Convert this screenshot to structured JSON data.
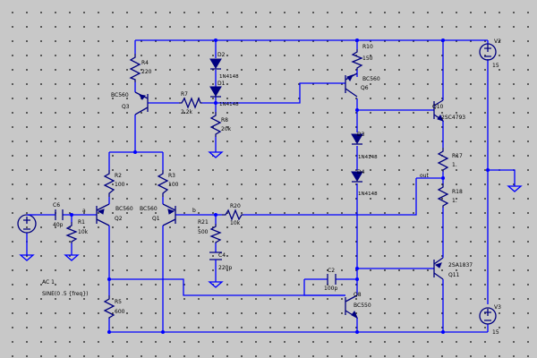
{
  "components": {
    "R4": {
      "ref": "R4",
      "value": "220"
    },
    "R7": {
      "ref": "R7",
      "value": "2.2k"
    },
    "R8": {
      "ref": "R8",
      "value": "20k"
    },
    "R10": {
      "ref": "R10",
      "value": "150"
    },
    "R2": {
      "ref": "R2",
      "value": "100"
    },
    "R3": {
      "ref": "R3",
      "value": "100"
    },
    "R1": {
      "ref": "R1",
      "value": "10k"
    },
    "R21": {
      "ref": "R21",
      "value": "500"
    },
    "R20": {
      "ref": "R20",
      "value": "10k"
    },
    "R5": {
      "ref": "R5",
      "value": "600"
    },
    "R17": {
      "ref": "R17",
      "value": "1."
    },
    "R18": {
      "ref": "R18",
      "value": "1."
    },
    "C6": {
      "ref": "C6",
      "value": "40p"
    },
    "C4": {
      "ref": "C4",
      "value": "220p"
    },
    "C2": {
      "ref": "C2",
      "value": "100p"
    },
    "D2": {
      "ref": "D2",
      "value": "1N4148"
    },
    "D1": {
      "ref": "D1",
      "value": "1N4148"
    },
    "D3": {
      "ref": "D3",
      "value": "1N4148"
    },
    "D4": {
      "ref": "D4",
      "value": "1N4148"
    },
    "Q3": {
      "ref": "Q3",
      "value": "BC560"
    },
    "Q6": {
      "ref": "Q6",
      "value": "BC560"
    },
    "Q10": {
      "ref": "Q10",
      "value": "2SC4793"
    },
    "Q11": {
      "ref": "Q11",
      "value": "2SA1837"
    },
    "Q2": {
      "ref": "Q2",
      "value": "BC560"
    },
    "Q1": {
      "ref": "Q1",
      "value": "BC560"
    },
    "Q8": {
      "ref": "Q8",
      "value": "BC550"
    },
    "V2": {
      "ref": "V2",
      "value": "15"
    },
    "V3": {
      "ref": "V3",
      "value": "15"
    },
    "V1": {
      "ref": "AC 1",
      "value": "SINE(0 .5 {freq})"
    }
  },
  "nets": {
    "a": "a",
    "b": "b",
    "out": "out"
  }
}
